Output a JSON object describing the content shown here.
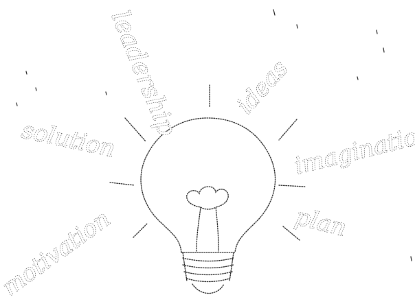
{
  "words": {
    "leadership": "leadership",
    "ideas": "ideas",
    "solution": "solution",
    "imagination": "imagination",
    "plan": "plan",
    "motivation": "motivation"
  },
  "colors": {
    "background": "#ffffff",
    "ink": "#1a1a1a"
  },
  "icons": {
    "bulb": "light-bulb-icon"
  }
}
